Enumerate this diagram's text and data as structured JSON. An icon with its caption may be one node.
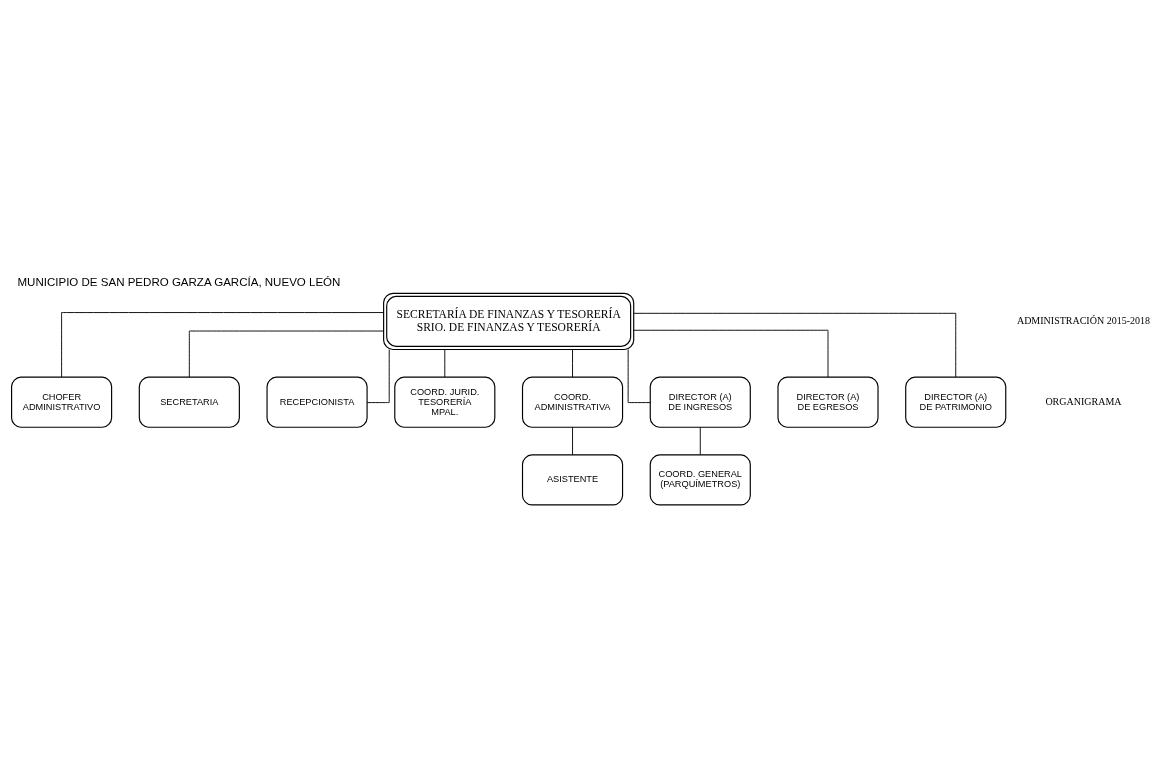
{
  "diagram": {
    "title": "MUNICIPIO DE SAN PEDRO GARZA GARCÍA, NUEVO LEÓN",
    "nodes": [
      {
        "text": [
          "SECRETARÍA DE FINANZAS Y TESORERÍA",
          "SRIO. DE FINANZAS Y TESORERÍA"
        ]
      },
      {
        "text": [
          "CHOFER ADMINISTRATIVO"
        ]
      },
      {
        "text": [
          "SECRETARIA"
        ]
      },
      {
        "text": [
          "RECEPCIONISTA"
        ]
      },
      {
        "text": [
          "COORD. JURID. TESORERÍA MPAL."
        ]
      },
      {
        "text": [
          "COORD. ADMINISTRATIVA"
        ]
      },
      {
        "text": [
          "DIRECTOR (A) DE INGRESOS"
        ]
      },
      {
        "text": [
          "DIRECTOR (A) DE EGRESOS"
        ]
      },
      {
        "text": [
          "DIRECTOR (A) DE PATRIMONIO"
        ]
      },
      {
        "text": [
          "ASISTENTE"
        ]
      },
      {
        "text": [
          "COORD. GENERAL (PARQUÍMETROS)"
        ]
      }
    ],
    "edges": [
      {
        "from": 0,
        "to": 1,
        "arrow": "none"
      },
      {
        "from": 0,
        "to": 2,
        "arrow": "none"
      },
      {
        "from": 0,
        "to": 3,
        "arrow": "none"
      },
      {
        "from": 0,
        "to": 4,
        "arrow": "none"
      },
      {
        "from": 0,
        "to": 5,
        "arrow": "none"
      },
      {
        "from": 0,
        "to": 6,
        "arrow": "none"
      },
      {
        "from": 0,
        "to": 7,
        "arrow": "none"
      },
      {
        "from": 0,
        "to": 8,
        "arrow": "none"
      },
      {
        "from": 5,
        "to": 9,
        "arrow": "none"
      },
      {
        "from": 6,
        "to": 10,
        "arrow": "none"
      }
    ],
    "labels": [
      "ADMINISTRACIÓN 2015-2018",
      "ORGANIGRAMA"
    ]
  }
}
